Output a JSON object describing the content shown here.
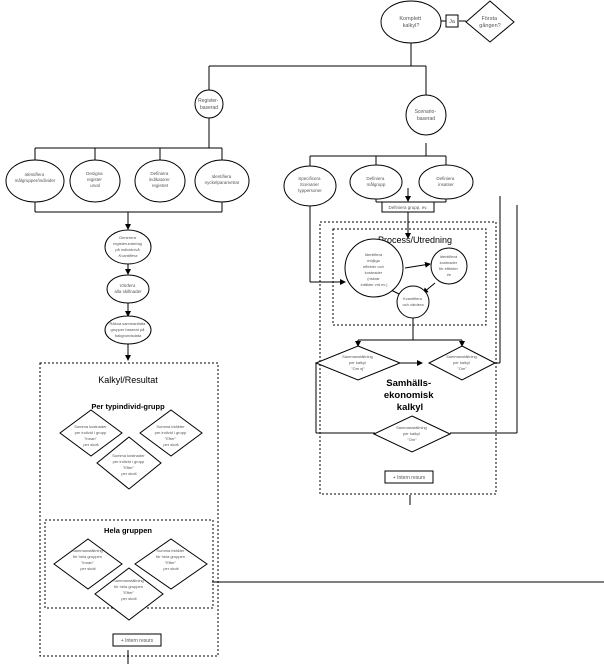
{
  "top": {
    "first_time_question": [
      "Första",
      "gången?"
    ],
    "yes_label": "Ja",
    "complete_calc": [
      "Komplett",
      "kalkyl?"
    ]
  },
  "branches": {
    "register_based": [
      "Register-",
      "baserad"
    ],
    "scenario_based": [
      "Scenario-",
      "baserad"
    ]
  },
  "register_steps": {
    "identify": [
      "Identifiera",
      "målgrupper/individer"
    ],
    "design_register": [
      "Designa",
      "register",
      "urval"
    ],
    "define_register": [
      "Definiera",
      "indikatorer",
      "registret"
    ],
    "identify_parameters": [
      "Identifiera",
      "nyckelparametrar"
    ],
    "generate_data": [
      "Generera",
      "registerunderlag",
      "på individnivå",
      "Kvantifiera"
    ],
    "value_deviations": [
      "Värdera",
      "alla skillnader"
    ],
    "compute_summaries": [
      "Räkna sammanfatta",
      "grupper baserat på",
      "bakgrundsdata"
    ]
  },
  "scenario_steps": {
    "specify_scenarios": [
      "Specificera",
      "Scenarier",
      "typpersoner"
    ],
    "define_target_group": [
      "Definiera",
      "målgrupp"
    ],
    "define_interventions": [
      "Definiera",
      "insatser"
    ],
    "define_target_box": "Definiera grupp, ev.",
    "process_title": "Process/Utredning",
    "identify_consequences": [
      "Identifiera",
      "möjliga",
      "effekter och",
      "kostnader",
      "(riskrar",
      "intäkter vid ev.)"
    ],
    "identify_cost_items": [
      "Identifiera",
      "kostnader",
      "för effekter",
      "i/e"
    ],
    "quantify_outcomes": [
      "Kvantifiera",
      "och värdera"
    ],
    "societal_title": [
      "Samhälls-",
      "ekonomisk",
      "kalkyl"
    ],
    "diamond_left": [
      "Sammanställning",
      "per kalkyl",
      "\"Om ej\""
    ],
    "diamond_right": [
      "Sammanställning",
      "per kalkyl",
      "\"Om\""
    ],
    "diamond_bottom": [
      "Sammanställning",
      "per kalkyl",
      "\"Om\""
    ],
    "report_button": "+ Intern resurs"
  },
  "calc_panel": {
    "title": "Kalkyl/Resultat",
    "per_type_title": "Per typindivid-grupp",
    "per_type_left": [
      "Summa kostnader",
      "per individ i grupp",
      "\"Innan\"",
      "per skott"
    ],
    "per_type_right": [
      "Summa intäkter",
      "per individ i grupp",
      "\"Efter\"",
      "per skott"
    ],
    "per_type_bottom": [
      "Summa kostnader",
      "per individ i grupp",
      "\"Efter\"",
      "per skott"
    ],
    "whole_group_title": "Hela gruppen",
    "whole_left": [
      "Sammanställning",
      "för hela gruppen",
      "\"Innan\"",
      "per skott"
    ],
    "whole_right": [
      "Summa intäkter",
      "för hela gruppen",
      "\"Efter\"",
      "per skott"
    ],
    "whole_bottom": [
      "Sammanställning",
      "för hela gruppen",
      "\"Efter\"",
      "per skott"
    ],
    "report_button": "+ Intern resurs"
  }
}
